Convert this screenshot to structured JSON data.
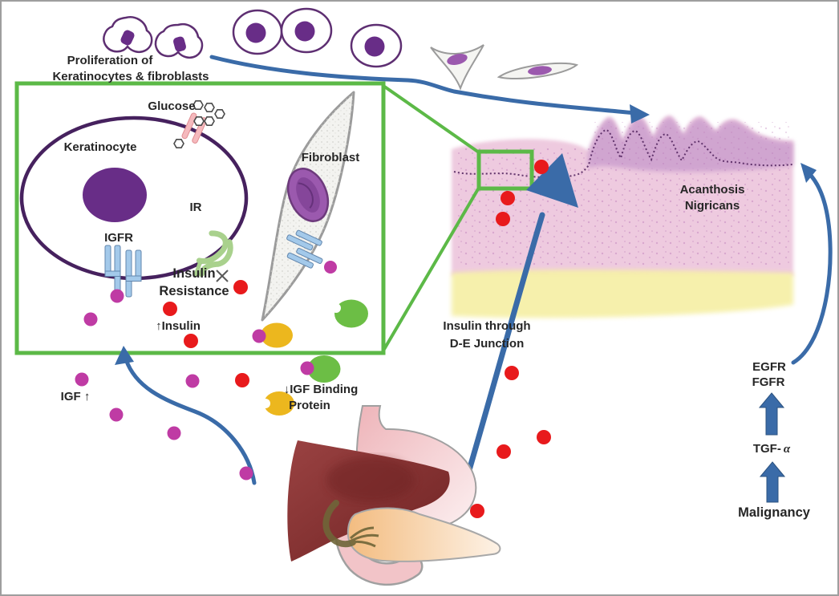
{
  "labels": {
    "proliferation_1": "Proliferation of",
    "proliferation_2": "Keratinocytes & fibroblasts",
    "glucose": "Glucose",
    "keratinocyte": "Keratinocyte",
    "ir": "IR",
    "igfr": "IGFR",
    "insulin_resistance_1": "Insulin",
    "insulin_resistance_2": "Resistance",
    "insulin_up": "↑Insulin",
    "fibroblast": "Fibroblast",
    "igf_binding_1": "↓IGF Binding",
    "igf_binding_2": "Protein",
    "igf_up": "IGF ↑",
    "insulin_through_1": "Insulin through",
    "insulin_through_2": "D-E Junction",
    "acanthosis_1": "Acanthosis",
    "acanthosis_2": "Nigricans",
    "egfr": "EGFR",
    "fgfr": "FGFR",
    "tgf_prefix": "TGF-",
    "tgf_alpha": "α",
    "malignancy": "Malignancy"
  },
  "colors": {
    "box_green": "#5cb947",
    "arrow_blue": "#3a6ba8",
    "insulin_red": "#e81a1c",
    "igf_magenta": "#bf3ba4",
    "binding_protein_yellow": "#ecb71e",
    "binding_protein_green": "#6cbe45",
    "nucleus_purple": "#682d87",
    "membrane_purple": "#46215e",
    "cell_outline_purple": "#5e2f72",
    "fibroblast_nucleus_purple": "#9b59ae",
    "receptor_blue": "#a3c9ea",
    "receptor_green": "#a9d18d",
    "transporter_pink": "#f5b9bd",
    "epidermis_pink": "#eecadf",
    "ridge_purple": "#c99ccd",
    "dermis_yellow": "#f6f0a8"
  }
}
